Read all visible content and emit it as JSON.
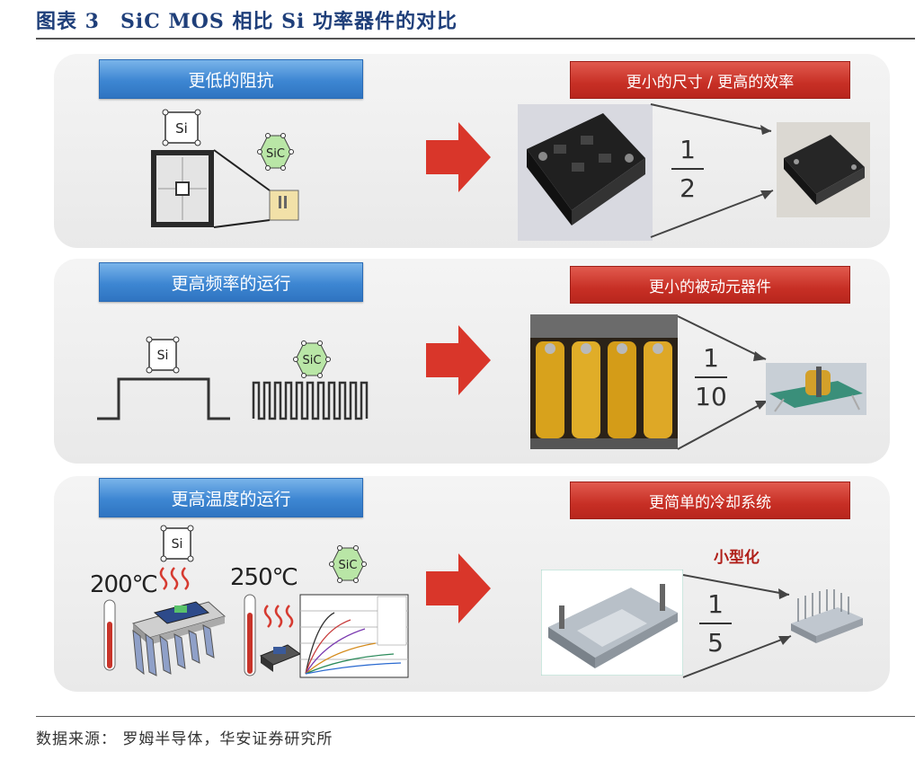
{
  "figure_title": "图表 3　SiC MOS 相比 Si 功率器件的对比",
  "source_note": "数据来源： 罗姆半导体，华安证券研究所",
  "panels": [
    {
      "left_label": "更低的阻抗",
      "right_label": "更小的尺寸 / 更高的效率",
      "fraction": {
        "num": "1",
        "den": "2"
      }
    },
    {
      "left_label": "更高频率的运行",
      "right_label": "更小的被动元器件",
      "fraction": {
        "num": "1",
        "den": "10"
      }
    },
    {
      "left_label": "更高温度的运行",
      "right_label": "更简单的冷却系统",
      "fraction": {
        "num": "1",
        "den": "5"
      }
    }
  ],
  "chip_labels": {
    "si": "Si",
    "sic": "SiC"
  },
  "temps": {
    "si": "200℃",
    "sic": "250℃"
  },
  "miniaturize_label": "小型化",
  "colors": {
    "title_blue": "#1f3f7a",
    "box_blue": "#3d86d2",
    "box_red": "#c72f25",
    "arrow_red": "#d9362a",
    "sic_green": "#b9e6a6"
  }
}
